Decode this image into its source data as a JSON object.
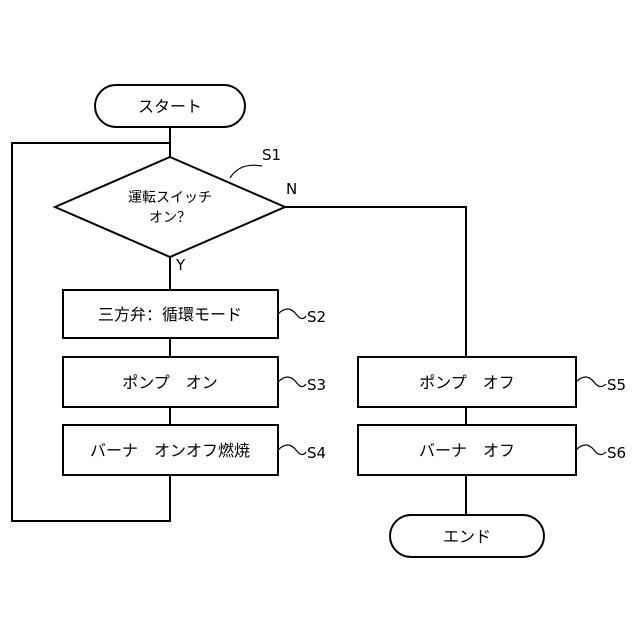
{
  "flowchart": {
    "start": "スタート",
    "decision": {
      "line1": "運転スイッチ",
      "line2": "オン？",
      "no_label": "N",
      "yes_label": "Y",
      "step": "S1"
    },
    "s2": {
      "label": "三方弁：循環モード",
      "step": "S2"
    },
    "s3": {
      "label": "ポンプ　オン",
      "step": "S3"
    },
    "s4": {
      "label": "バーナ　オンオフ燃焼",
      "step": "S4"
    },
    "s5": {
      "label": "ポンプ　オフ",
      "step": "S5"
    },
    "s6": {
      "label": "バーナ　オフ",
      "step": "S6"
    },
    "end": "エンド"
  }
}
